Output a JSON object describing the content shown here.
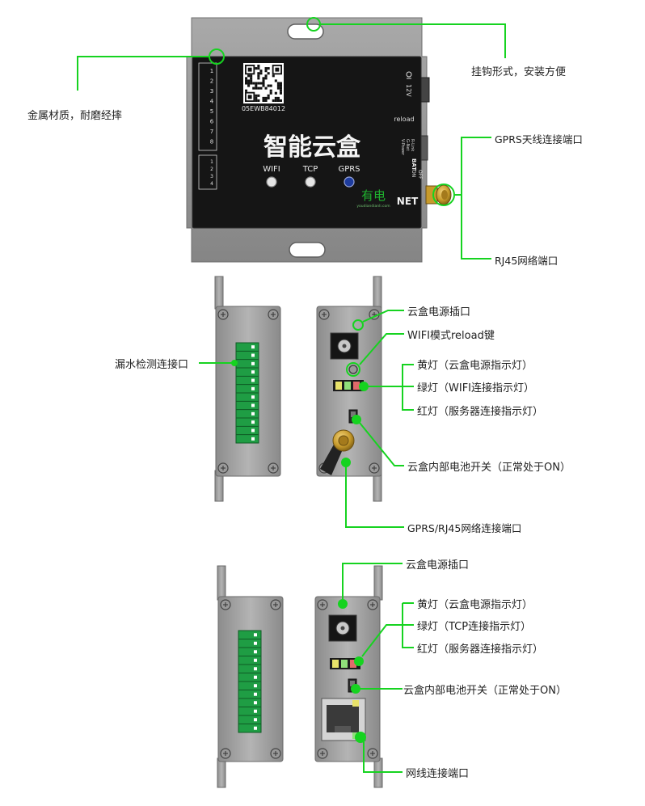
{
  "colors": {
    "leader": "#16d320",
    "metal": "#9c9c9c",
    "metal_dark": "#6f6f6f",
    "panel": "#161616",
    "terminal": "#1e9c43",
    "background": "#ffffff"
  },
  "top_view": {
    "device_title": "智能云盒",
    "qr_code_text": "05EWB84012",
    "indicators": [
      "WIFI",
      "TCP",
      "GPRS"
    ],
    "brand_logo": "有电",
    "brand_sub": "youdiandianli.com",
    "net_label": "NET",
    "reload_label": "reload",
    "bat_label": "BAT",
    "switch_on": "ON",
    "switch_off": "OFF",
    "power_label": "12V",
    "led_legend": [
      "V-Power",
      "G-Net",
      "R-Link"
    ],
    "pin_groups": [
      "1",
      "2",
      "3",
      "4",
      "5",
      "6",
      "7",
      "8"
    ],
    "annotations": {
      "hook": "挂钩形式，安装方便",
      "metal": "金属材质，耐磨经摔",
      "gprs_antenna": "GPRS天线连接端口",
      "rj45": "RJ45网络端口"
    }
  },
  "gprs_view": {
    "annotations": {
      "leak_port": "漏水检测连接口",
      "power_socket": "云盒电源插口",
      "wifi_reload": "WIFI模式reload键",
      "yellow_led": "黄灯（云盒电源指示灯）",
      "green_led": "绿灯（WIFI连接指示灯）",
      "red_led": "红灯（服务器连接指示灯）",
      "battery_switch": "云盒内部电池开关（正常处于ON）",
      "network_port": "GPRS/RJ45网络连接端口"
    }
  },
  "rj45_view": {
    "annotations": {
      "power_socket": "云盒电源插口",
      "yellow_led": "黄灯（云盒电源指示灯）",
      "green_led": "绿灯（TCP连接指示灯）",
      "red_led": "红灯（服务器连接指示灯）",
      "battery_switch": "云盒内部电池开关（正常处于ON）",
      "network_port": "网线连接端口"
    }
  }
}
